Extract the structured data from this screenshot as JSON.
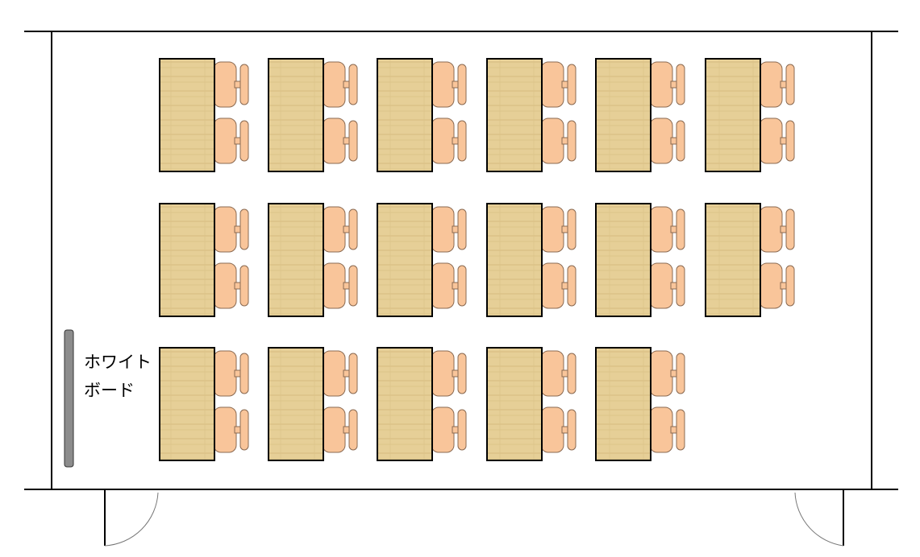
{
  "whiteboard": {
    "label_line1": "ホワイト",
    "label_line2": "ボード"
  },
  "layout": {
    "rows": [
      {
        "desks": 6
      },
      {
        "desks": 6
      },
      {
        "desks": 5
      }
    ],
    "chairs_per_desk": 2,
    "doors": 2
  },
  "colors": {
    "desk_fill": "#e6cf97",
    "desk_grain": "#d6bb7f",
    "desk_outline": "#000000",
    "chair_fill": "#f9c59a",
    "chair_outline": "#8a6a52",
    "wall": "#000000",
    "whiteboard_fill": "#8c8c8c",
    "door_arc": "#777777"
  }
}
